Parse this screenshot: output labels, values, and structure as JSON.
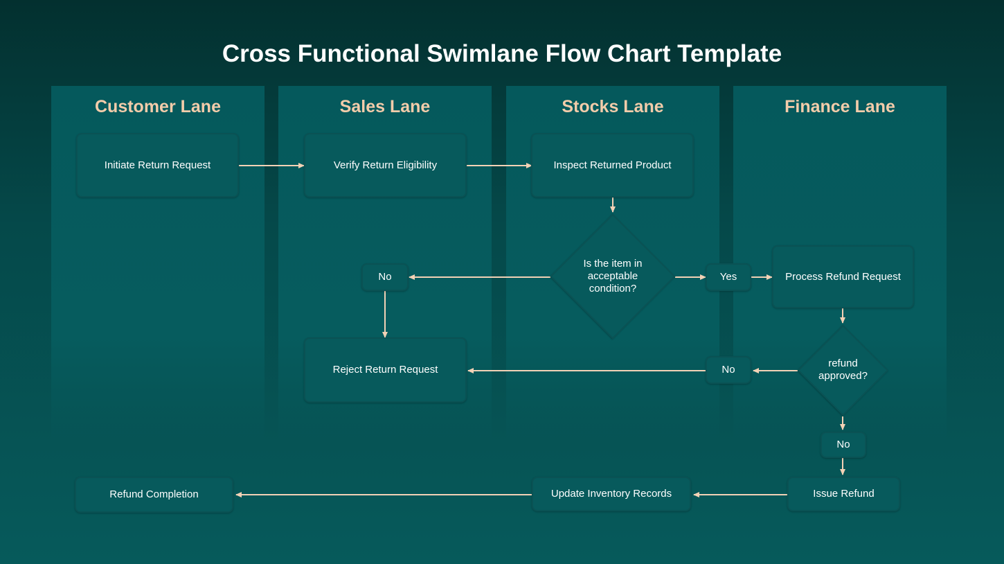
{
  "title": "Cross Functional Swimlane Flow Chart Template",
  "lanes": [
    {
      "label": "Customer Lane"
    },
    {
      "label": "Sales Lane"
    },
    {
      "label": "Stocks Lane"
    },
    {
      "label": "Finance Lane"
    }
  ],
  "nodes": {
    "initiate": "Initiate Return Request",
    "verify": "Verify Return Eligibility",
    "inspect": "Inspect Returned Product",
    "decision_condition": "Is the item in acceptable condition?",
    "no_condition": "No",
    "yes_condition": "Yes",
    "process_refund": "Process Refund Request",
    "reject": "Reject Return Request",
    "decision_refund": "refund approved?",
    "no_refund": "No",
    "no_issue": "No",
    "issue_refund": "Issue Refund",
    "update_inventory": "Update Inventory Records",
    "refund_completion": "Refund Completion"
  },
  "colors": {
    "background": "#05494a",
    "lane": "#065c5e",
    "lane_title": "#f3ccaa",
    "arrow": "#f3d2b6",
    "text": "#ffffff"
  }
}
